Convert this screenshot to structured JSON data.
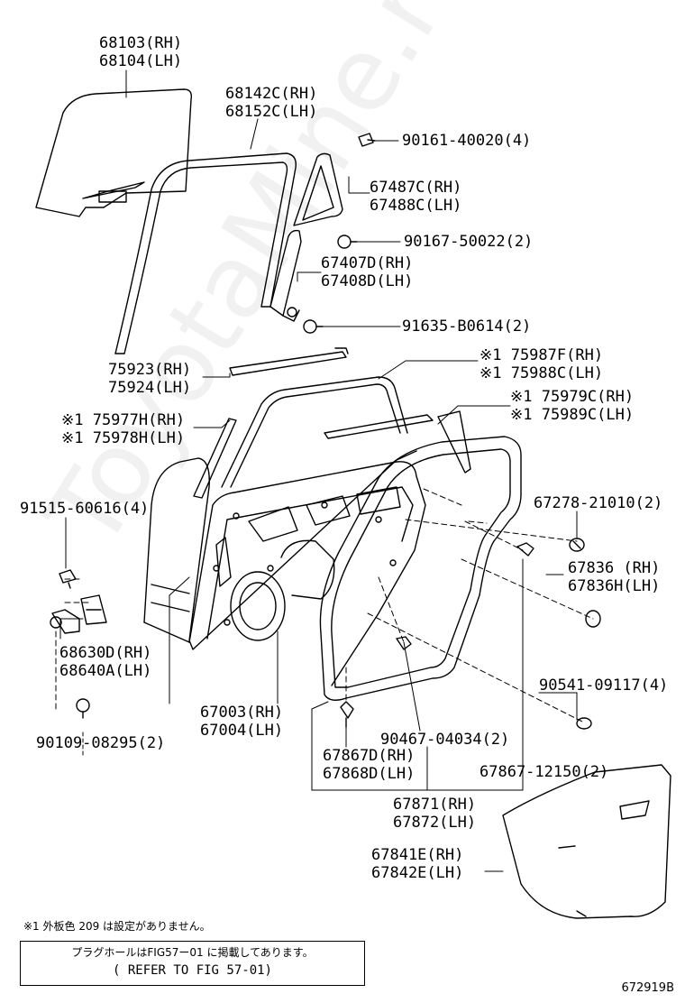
{
  "labels": {
    "p68103": {
      "l1": "68103(RH)",
      "l2": "68104(LH)"
    },
    "p68142": {
      "l1": "68142C(RH)",
      "l2": "68152C(LH)"
    },
    "p90161": {
      "l1": "90161-40020(4)"
    },
    "p67487": {
      "l1": "67487C(RH)",
      "l2": "67488C(LH)"
    },
    "p90167": {
      "l1": "90167-50022(2)"
    },
    "p67407": {
      "l1": "67407D(RH)",
      "l2": "67408D(LH)"
    },
    "p91635": {
      "l1": "91635-B0614(2)"
    },
    "p75923": {
      "l1": "75923(RH)",
      "l2": "75924(LH)"
    },
    "p75987": {
      "l1": "※1 75987F(RH)",
      "l2": "※1 75988C(LH)"
    },
    "p75979": {
      "l1": "※1 75979C(RH)",
      "l2": "※1 75989C(LH)"
    },
    "p75977": {
      "l1": "※1 75977H(RH)",
      "l2": "※1 75978H(LH)"
    },
    "p91515": {
      "l1": "91515-60616(4)"
    },
    "p67278": {
      "l1": "67278-21010(2)"
    },
    "p67836": {
      "l1": "67836 (RH)",
      "l2": "67836H(LH)"
    },
    "p68630": {
      "l1": "68630D(RH)",
      "l2": "68640A(LH)"
    },
    "p90541": {
      "l1": "90541-09117(4)"
    },
    "p67003": {
      "l1": "67003(RH)",
      "l2": "67004(LH)"
    },
    "p90109": {
      "l1": "90109-08295(2)"
    },
    "p90467": {
      "l1": "90467-04034(2)"
    },
    "p67867d": {
      "l1": "67867D(RH)",
      "l2": "67868D(LH)"
    },
    "p67867": {
      "l1": "67867-12150(2)"
    },
    "p67871": {
      "l1": "67871(RH)",
      "l2": "67872(LH)"
    },
    "p67841": {
      "l1": "67841E(RH)",
      "l2": "67842E(LH)"
    }
  },
  "footnote": "※1 外板色 209 は設定がありません。",
  "reference_box": {
    "line1": "プラグホールはFIG57ー01 に掲載してあります。",
    "line2": "( REFER TO FIG 57-01)"
  },
  "diagram_code": "672919B",
  "watermark": "ToyotaMine.ru"
}
